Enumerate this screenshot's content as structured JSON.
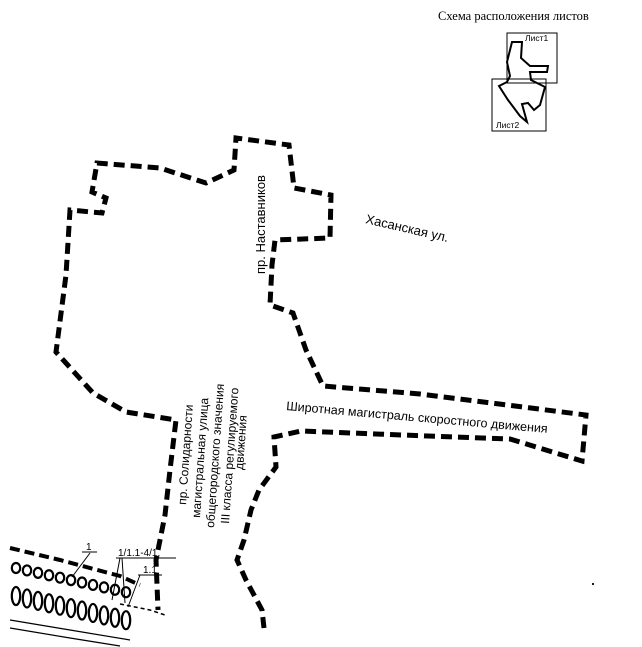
{
  "index_title": "Схема расположения листов",
  "index_sheets": [
    "Лист1",
    "Лист2"
  ],
  "streets": {
    "nastavnikov": "пр. Наставников",
    "khasanskaya": "Хасанская  ул.",
    "highway": "Широтная магистраль скоростного движения",
    "solidarnosti": [
      "пр. Солидарности",
      "магистральная улица",
      "общегородского значения",
      "III класса регулируемого",
      "движения"
    ]
  },
  "plot_labels": {
    "one": "1",
    "one_one": "1.1",
    "range": "1/1.1-4/1."
  }
}
